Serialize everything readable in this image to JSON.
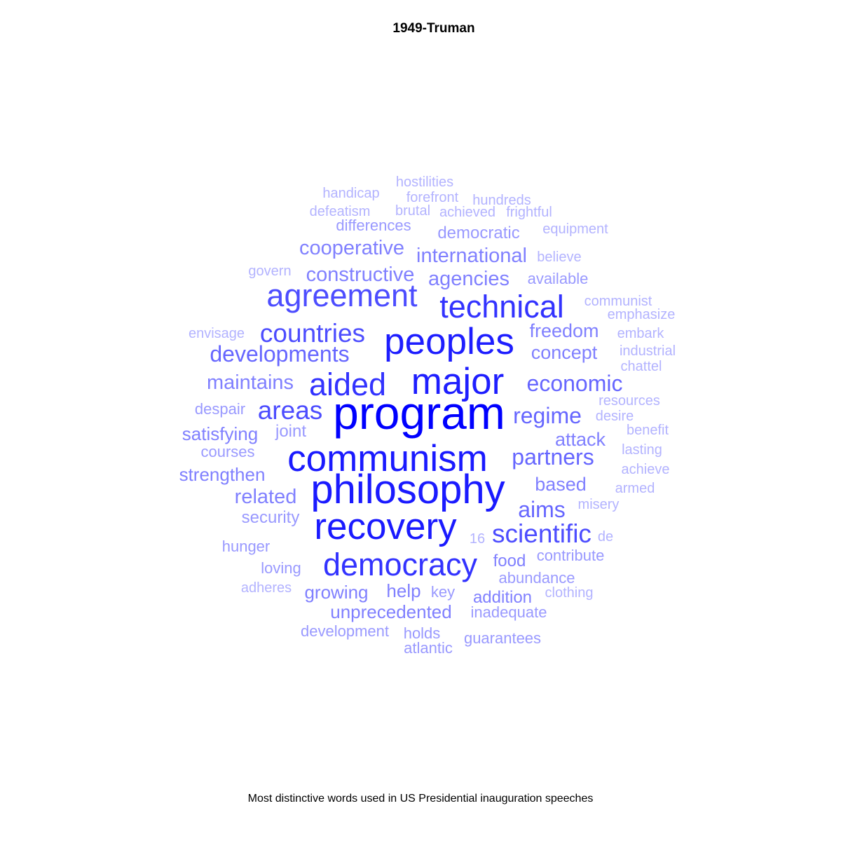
{
  "chart_data": {
    "type": "wordcloud",
    "title": "1949-Truman",
    "caption": "Most distinctive words used in US Presidential inauguration speeches",
    "words": [
      {
        "text": "program",
        "color": "#0000ff"
      },
      {
        "text": "philosophy",
        "color": "#1a1aff"
      },
      {
        "text": "recovery",
        "color": "#1a1aff"
      },
      {
        "text": "communism",
        "color": "#1a1aff"
      },
      {
        "text": "major",
        "color": "#1e1eff"
      },
      {
        "text": "peoples",
        "color": "#1e1eff"
      },
      {
        "text": "democracy",
        "color": "#3333ff"
      },
      {
        "text": "technical",
        "color": "#3333ff"
      },
      {
        "text": "aided",
        "color": "#3333ff"
      },
      {
        "text": "agreement",
        "color": "#4d4dff"
      },
      {
        "text": "countries",
        "color": "#4d4dff"
      },
      {
        "text": "areas",
        "color": "#4d4dff"
      },
      {
        "text": "scientific",
        "color": "#4d4dff"
      },
      {
        "text": "developments",
        "color": "#6666ff"
      },
      {
        "text": "economic",
        "color": "#6666ff"
      },
      {
        "text": "regime",
        "color": "#6666ff"
      },
      {
        "text": "partners",
        "color": "#6666ff"
      },
      {
        "text": "aims",
        "color": "#6666ff"
      },
      {
        "text": "international",
        "color": "#8080ff"
      },
      {
        "text": "cooperative",
        "color": "#8080ff"
      },
      {
        "text": "constructive",
        "color": "#8080ff"
      },
      {
        "text": "agencies",
        "color": "#8080ff"
      },
      {
        "text": "maintains",
        "color": "#8080ff"
      },
      {
        "text": "freedom",
        "color": "#8080ff"
      },
      {
        "text": "concept",
        "color": "#8080ff"
      },
      {
        "text": "attack",
        "color": "#8080ff"
      },
      {
        "text": "based",
        "color": "#8080ff"
      },
      {
        "text": "satisfying",
        "color": "#8080ff"
      },
      {
        "text": "strengthen",
        "color": "#8080ff"
      },
      {
        "text": "related",
        "color": "#8080ff"
      },
      {
        "text": "unprecedented",
        "color": "#8080ff"
      },
      {
        "text": "help",
        "color": "#8080ff"
      },
      {
        "text": "growing",
        "color": "#8080ff"
      },
      {
        "text": "food",
        "color": "#8080ff"
      },
      {
        "text": "addition",
        "color": "#8080ff"
      },
      {
        "text": "democratic",
        "color": "#9999ff"
      },
      {
        "text": "differences",
        "color": "#9999ff"
      },
      {
        "text": "security",
        "color": "#9999ff"
      },
      {
        "text": "joint",
        "color": "#9999ff"
      },
      {
        "text": "courses",
        "color": "#9999ff"
      },
      {
        "text": "despair",
        "color": "#9999ff"
      },
      {
        "text": "hunger",
        "color": "#9999ff"
      },
      {
        "text": "loving",
        "color": "#9999ff"
      },
      {
        "text": "key",
        "color": "#9999ff"
      },
      {
        "text": "abundance",
        "color": "#9999ff"
      },
      {
        "text": "contribute",
        "color": "#9999ff"
      },
      {
        "text": "inadequate",
        "color": "#9999ff"
      },
      {
        "text": "development",
        "color": "#9999ff"
      },
      {
        "text": "guarantees",
        "color": "#9999ff"
      },
      {
        "text": "available",
        "color": "#9999ff"
      },
      {
        "text": "holds",
        "color": "#9999ff"
      },
      {
        "text": "atlantic",
        "color": "#9999ff"
      },
      {
        "text": "misery",
        "color": "#b3b3ff"
      },
      {
        "text": "hostilities",
        "color": "#b3b3ff"
      },
      {
        "text": "handicap",
        "color": "#b3b3ff"
      },
      {
        "text": "forefront",
        "color": "#b3b3ff"
      },
      {
        "text": "hundreds",
        "color": "#b3b3ff"
      },
      {
        "text": "defeatism",
        "color": "#b3b3ff"
      },
      {
        "text": "brutal",
        "color": "#b3b3ff"
      },
      {
        "text": "achieved",
        "color": "#b3b3ff"
      },
      {
        "text": "frightful",
        "color": "#b3b3ff"
      },
      {
        "text": "equipment",
        "color": "#b3b3ff"
      },
      {
        "text": "govern",
        "color": "#b3b3ff"
      },
      {
        "text": "believe",
        "color": "#b3b3ff"
      },
      {
        "text": "communist",
        "color": "#b3b3ff"
      },
      {
        "text": "emphasize",
        "color": "#b3b3ff"
      },
      {
        "text": "envisage",
        "color": "#b3b3ff"
      },
      {
        "text": "embark",
        "color": "#b3b3ff"
      },
      {
        "text": "industrial",
        "color": "#b3b3ff"
      },
      {
        "text": "chattel",
        "color": "#b3b3ff"
      },
      {
        "text": "resources",
        "color": "#b3b3ff"
      },
      {
        "text": "desire",
        "color": "#b3b3ff"
      },
      {
        "text": "benefit",
        "color": "#b3b3ff"
      },
      {
        "text": "lasting",
        "color": "#b3b3ff"
      },
      {
        "text": "achieve",
        "color": "#b3b3ff"
      },
      {
        "text": "armed",
        "color": "#b3b3ff"
      },
      {
        "text": "16",
        "color": "#b3b3ff"
      },
      {
        "text": "de",
        "color": "#b3b3ff"
      },
      {
        "text": "adheres",
        "color": "#b3b3ff"
      },
      {
        "text": "clothing",
        "color": "#b3b3ff"
      }
    ]
  }
}
